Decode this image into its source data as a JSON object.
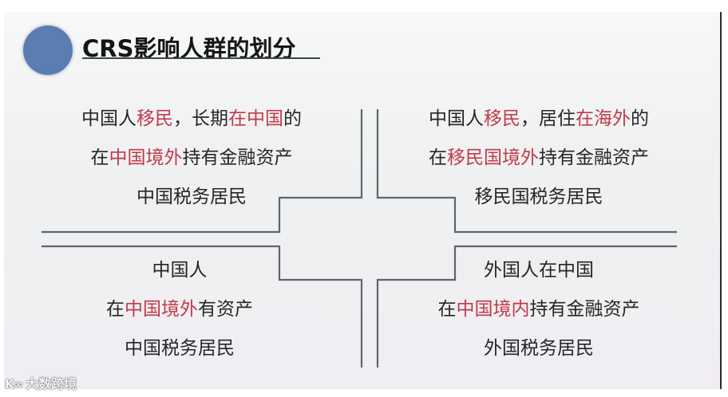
{
  "slide": {
    "title": "CRS影响人群的划分",
    "colors": {
      "title_dot": "#5b7db1",
      "text": "#262626",
      "highlight": "#c23a4b",
      "divider": "#5f6668"
    },
    "quadrants": {
      "top_left": {
        "line1": [
          {
            "text": "中国人",
            "hl": false
          },
          {
            "text": "移民",
            "hl": true
          },
          {
            "text": "，长期",
            "hl": false
          },
          {
            "text": "在中国",
            "hl": true
          },
          {
            "text": "的",
            "hl": false
          }
        ],
        "line2": [
          {
            "text": "在",
            "hl": false
          },
          {
            "text": "中国境外",
            "hl": true
          },
          {
            "text": "持有金融资产",
            "hl": false
          }
        ],
        "line3": "中国税务居民"
      },
      "top_right": {
        "line1": [
          {
            "text": "中国人",
            "hl": false
          },
          {
            "text": "移民",
            "hl": true
          },
          {
            "text": "，居住",
            "hl": false
          },
          {
            "text": "在海外",
            "hl": true
          },
          {
            "text": "的",
            "hl": false
          }
        ],
        "line2": [
          {
            "text": "在",
            "hl": false
          },
          {
            "text": "移民国境外",
            "hl": true
          },
          {
            "text": "持有金融资产",
            "hl": false
          }
        ],
        "line3": "移民国税务居民"
      },
      "bottom_left": {
        "line1": "中国人",
        "line2": [
          {
            "text": "在",
            "hl": false
          },
          {
            "text": "中国境外",
            "hl": true
          },
          {
            "text": "有资产",
            "hl": false
          }
        ],
        "line3": "中国税务居民"
      },
      "bottom_right": {
        "line1": "外国人在中国",
        "line2": [
          {
            "text": "在",
            "hl": false
          },
          {
            "text": "中国境内",
            "hl": true
          },
          {
            "text": "持有金融资产",
            "hl": false
          }
        ],
        "line3": "外国税务居民"
      }
    }
  },
  "watermark": {
    "logo": "K∞",
    "text": "大数跨境"
  }
}
